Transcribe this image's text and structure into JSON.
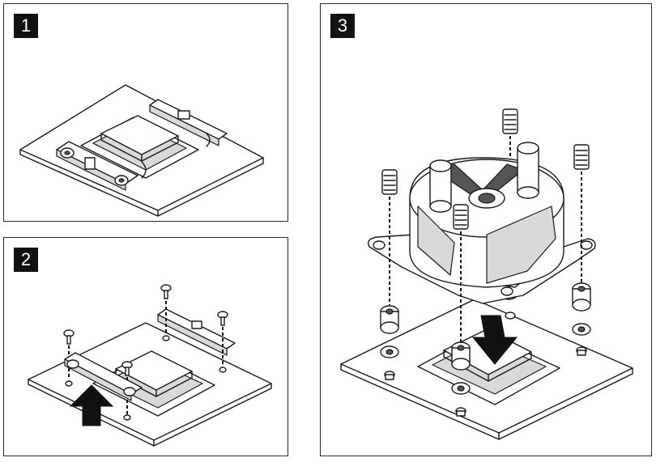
{
  "steps": [
    {
      "badge": "1",
      "description_icon": "install-step-1"
    },
    {
      "badge": "2",
      "description_icon": "install-step-2"
    },
    {
      "badge": "3",
      "description_icon": "install-step-3"
    }
  ],
  "colors": {
    "line": "#1a1a1a",
    "badge_bg": "#111111",
    "badge_text": "#ffffff",
    "shade": "#d9d9d9"
  }
}
